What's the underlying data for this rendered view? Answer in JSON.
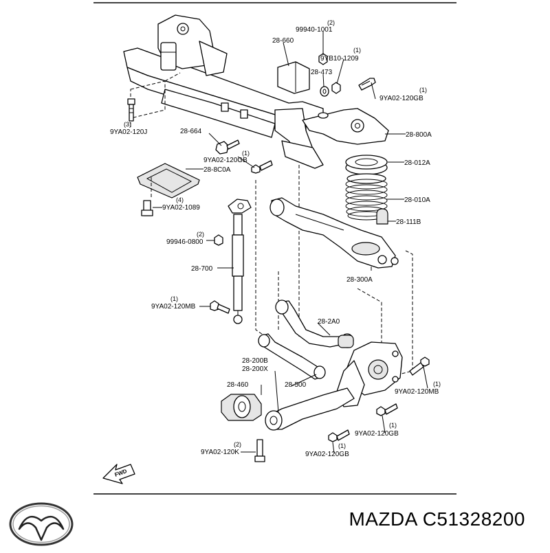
{
  "brand": {
    "logo_icon": "mazda-logo-icon",
    "caption": "MAZDA C51328200"
  },
  "diagram": {
    "direction_badge": "FWD",
    "callouts": [
      {
        "id": "c-99940-1001",
        "label": "99940-1001",
        "qty": "(2)"
      },
      {
        "id": "c-28-660",
        "label": "28-660",
        "qty": ""
      },
      {
        "id": "c-9yb10-1209",
        "label": "9YB10-1209",
        "qty": "(1)"
      },
      {
        "id": "c-28-473",
        "label": "28-473",
        "qty": ""
      },
      {
        "id": "c-9ya02-120gb-a",
        "label": "9YA02-120GB",
        "qty": "(1)"
      },
      {
        "id": "c-9ya02-120j",
        "label": "9YA02-120J",
        "qty": "(3)"
      },
      {
        "id": "c-28-800a",
        "label": "28-800A",
        "qty": ""
      },
      {
        "id": "c-28-664",
        "label": "28-664",
        "qty": ""
      },
      {
        "id": "c-9ya02-120gb-b",
        "label": "9YA02-120GB",
        "qty": "(1)"
      },
      {
        "id": "c-28-8c0a",
        "label": "28-8C0A",
        "qty": ""
      },
      {
        "id": "c-28-012a",
        "label": "28-012A",
        "qty": ""
      },
      {
        "id": "c-9ya02-1089",
        "label": "9YA02-1089",
        "qty": "(4)"
      },
      {
        "id": "c-28-010a",
        "label": "28-010A",
        "qty": ""
      },
      {
        "id": "c-28-111b",
        "label": "28-111B",
        "qty": ""
      },
      {
        "id": "c-99946-0800",
        "label": "99946-0800",
        "qty": "(2)"
      },
      {
        "id": "c-28-700",
        "label": "28-700",
        "qty": ""
      },
      {
        "id": "c-28-300a",
        "label": "28-300A",
        "qty": ""
      },
      {
        "id": "c-9ya02-120mb-a",
        "label": "9YA02-120MB",
        "qty": "(1)"
      },
      {
        "id": "c-28-2a0",
        "label": "28-2A0",
        "qty": ""
      },
      {
        "id": "c-28-200b",
        "label": "28-200B",
        "qty": ""
      },
      {
        "id": "c-28-200x",
        "label": "28-200X",
        "qty": ""
      },
      {
        "id": "c-28-460",
        "label": "28-460",
        "qty": ""
      },
      {
        "id": "c-28-500",
        "label": "28-500",
        "qty": ""
      },
      {
        "id": "c-9ya02-120mb-b",
        "label": "9YA02-120MB",
        "qty": "(1)"
      },
      {
        "id": "c-9ya02-120gb-c",
        "label": "9YA02-120GB",
        "qty": "(1)"
      },
      {
        "id": "c-9ya02-120k",
        "label": "9YA02-120K",
        "qty": "(2)"
      },
      {
        "id": "c-9ya02-120gb-d",
        "label": "9YA02-120GB",
        "qty": "(1)"
      }
    ]
  }
}
